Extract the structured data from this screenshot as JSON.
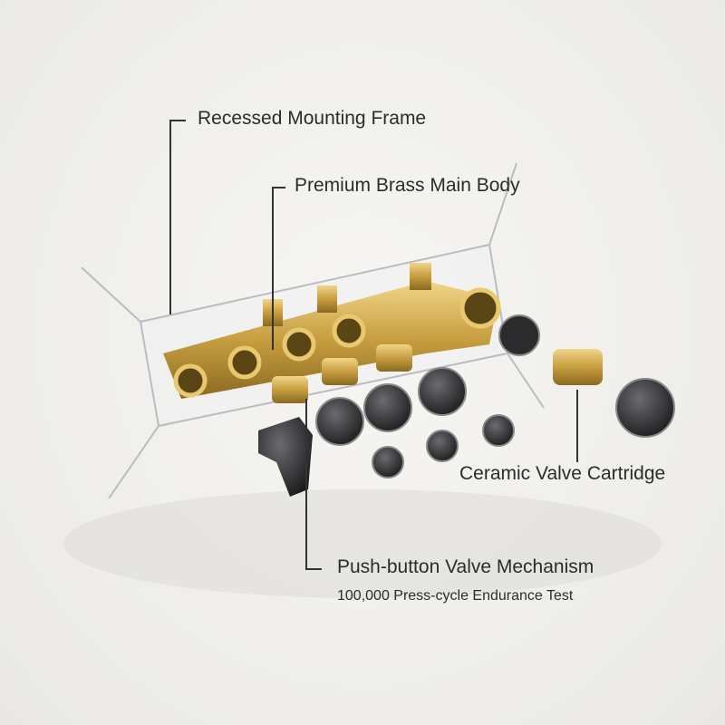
{
  "callouts": {
    "frame": "Recessed Mounting Frame",
    "body": "Premium Brass Main Body",
    "cartridge": "Ceramic Valve Cartridge",
    "pushbutton": "Push-button Valve Mechanism",
    "pushbutton_sub": "100,000 Press-cycle Endurance Test"
  },
  "colors": {
    "brass": "#c9a24a",
    "knob": "#2b2b2d",
    "line": "#333333"
  }
}
